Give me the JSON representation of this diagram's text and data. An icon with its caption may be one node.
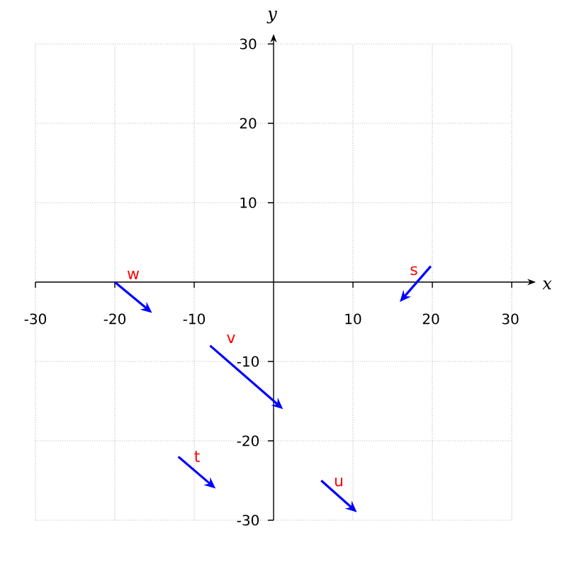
{
  "diagram": {
    "labels": [
      "y",
      "30",
      "20",
      "10",
      "x",
      "-30",
      "-20",
      "-10",
      "10",
      "20",
      "30",
      "-10",
      "-20",
      "-30",
      "w",
      "s",
      "v",
      "t",
      "u"
    ]
  }
}
